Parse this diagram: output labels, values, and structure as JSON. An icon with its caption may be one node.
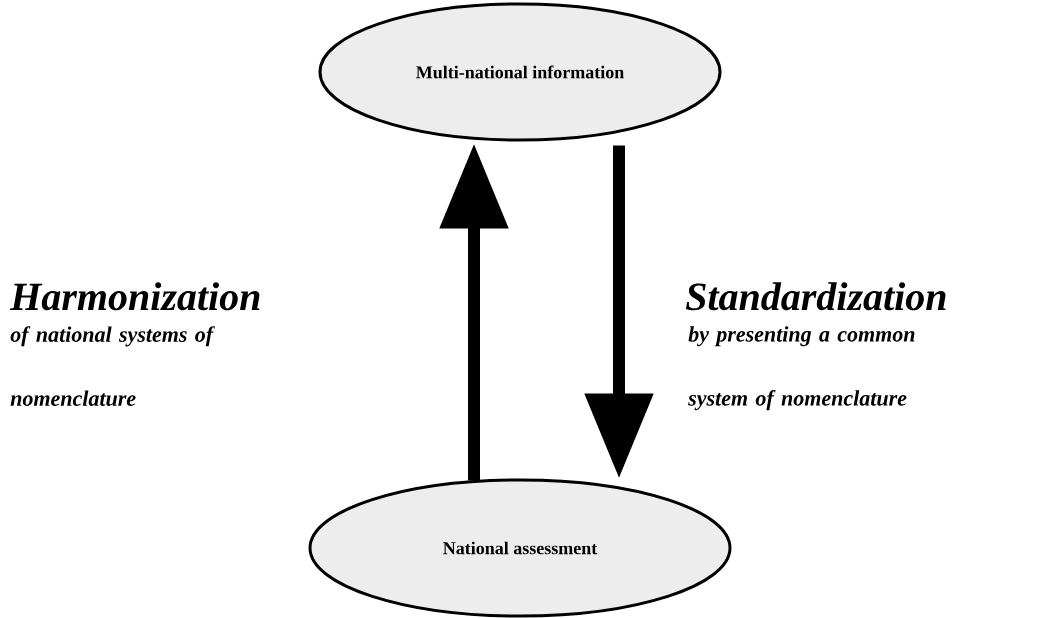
{
  "diagram": {
    "nodes": [
      {
        "text": [
          "Multi-national information"
        ]
      },
      {
        "text": [
          "National assessment"
        ]
      }
    ],
    "edges": [
      {
        "from": 1,
        "to": 0,
        "arrow": "to"
      },
      {
        "from": 0,
        "to": 1,
        "arrow": "to"
      }
    ],
    "labels": [
      "Harmonization",
      "of national systems of nomenclature",
      "Standardization",
      "by presenting a common system of nomenclature"
    ]
  }
}
